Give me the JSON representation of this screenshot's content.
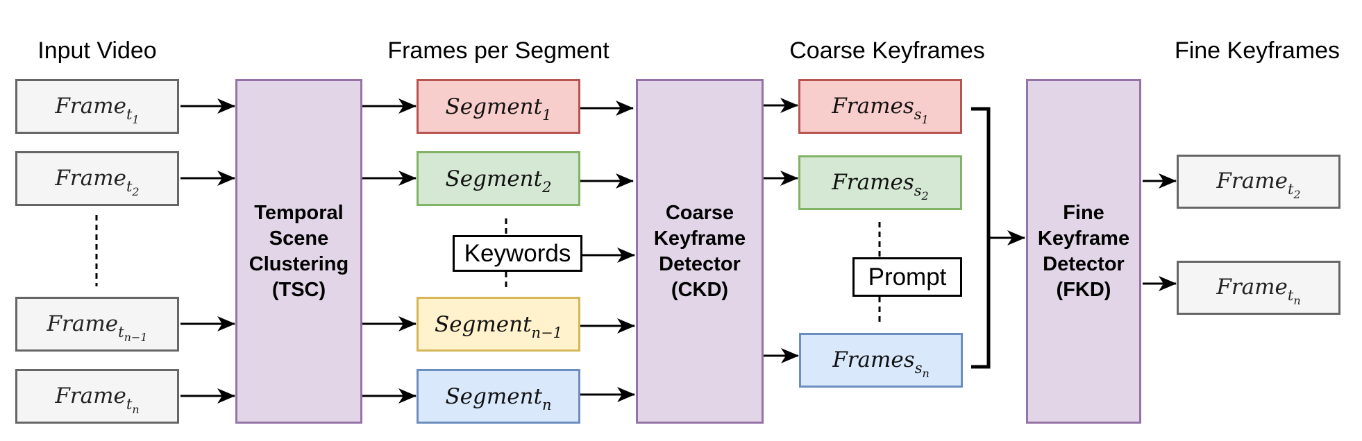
{
  "titles": {
    "input_video": "Input Video",
    "frames_per_segment": "Frames per Segment",
    "coarse_keyframes": "Coarse Keyframes",
    "fine_keyframes": "Fine Keyframes"
  },
  "input_frames": [
    {
      "base": "Frame",
      "sub": "t",
      "subsub": "1"
    },
    {
      "base": "Frame",
      "sub": "t",
      "subsub": "2"
    },
    {
      "base": "Frame",
      "sub": "t",
      "subsub": "n−1"
    },
    {
      "base": "Frame",
      "sub": "t",
      "subsub": "n"
    }
  ],
  "segments": [
    {
      "base": "Segment",
      "sub": "1",
      "color": "red"
    },
    {
      "base": "Segment",
      "sub": "2",
      "color": "green"
    },
    {
      "base": "Segment",
      "sub": "n−1",
      "color": "yellow"
    },
    {
      "base": "Segment",
      "sub": "n",
      "color": "blue"
    }
  ],
  "coarse_frames": [
    {
      "base": "Frames",
      "sub": "s",
      "subsub": "1",
      "color": "red"
    },
    {
      "base": "Frames",
      "sub": "s",
      "subsub": "2",
      "color": "green"
    },
    {
      "base": "Frames",
      "sub": "s",
      "subsub": "n",
      "color": "blue"
    }
  ],
  "fine_frames": [
    {
      "base": "Frame",
      "sub": "t",
      "subsub": "2"
    },
    {
      "base": "Frame",
      "sub": "t",
      "subsub": "n"
    }
  ],
  "modules": {
    "tsc": [
      "Temporal",
      "Scene",
      "Clustering",
      "(TSC)"
    ],
    "ckd": [
      "Coarse",
      "Keyframe",
      "Detector",
      "(CKD)"
    ],
    "fkd": [
      "Fine",
      "Keyframe",
      "Detector",
      "(FKD)"
    ]
  },
  "side_inputs": {
    "keywords": "Keywords",
    "prompt": "Prompt"
  },
  "colors": {
    "gray_fill": "#f5f5f5",
    "gray_stroke": "#666666",
    "red_fill": "#f8cecc",
    "red_stroke": "#b85450",
    "green_fill": "#d5e8d4",
    "green_stroke": "#82b366",
    "yellow_fill": "#fff2cc",
    "yellow_stroke": "#d6b656",
    "blue_fill": "#dae8fc",
    "blue_stroke": "#6c8ebf",
    "purple_fill": "#e1d5e7",
    "purple_stroke": "#9673a6"
  }
}
